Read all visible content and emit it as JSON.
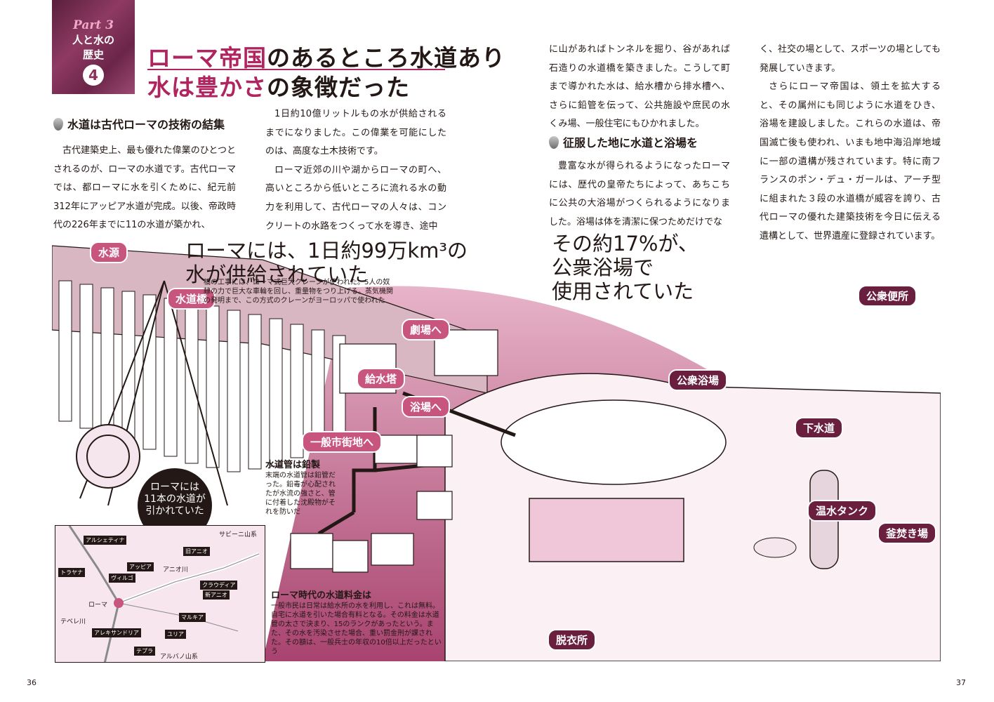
{
  "badge": {
    "part": "Part 3",
    "line1": "人と水の",
    "line2": "歴史",
    "number": "4"
  },
  "title": {
    "line1_hl": "ローマ帝国",
    "line1_rest": "のあるところ水道あり",
    "line2_hl": "水は豊かさ",
    "line2_rest": "の象徴だった"
  },
  "section1": {
    "heading": "水道は古代ローマの技術の結集",
    "col1": [
      "古代建築史上、最も優れた偉業のひとつとされるのが、ローマの水道です。古代ローマでは、都ローマに水を引くために、紀元前312年にアッピア水道が完成。以後、帝政時代の226年までに11の水道が築かれ、"
    ],
    "col2": [
      "1日約10億リットルもの水が供給されるまでになりました。この偉業を可能にしたのは、高度な土木技術です。",
      "ローマ近郊の川や湖からローマの町へ、高いところから低いところに流れる水の動力を利用して、古代ローマの人々は、コンクリートの水路をつくって水を導き、途中"
    ]
  },
  "col3": "に山があればトンネルを掘り、谷があれば石造りの水道橋を築きました。こうして町まで導かれた水は、給水槽から排水槽へ、さらに鉛管を伝って、公共施設や庶民の水くみ場、一般住宅にもひかれました。",
  "section2": {
    "heading": "征服した地に水道と浴場を",
    "col3": "豊富な水が得られるようになったローマには、歴代の皇帝たちによって、あちこちに公共の大浴場がつくられるようになりました。浴場は体を清潔に保つためだけでな"
  },
  "col4": [
    "く、社交の場として、スポーツの場としても発展していきます。",
    "さらにローマ帝国は、領土を拡大すると、その属州にも同じように水道をひき、浴場を建設しました。これらの水道は、帝国滅亡後も使われ、いまも地中海沿岸地域に一部の遺構が残されています。特に南フランスのポン・デュ・ガールは、アーチ型に組まれた３段の水道橋が威容を誇り、古代ローマの優れた建築技術を今日に伝える遺構として、世界遺産に登録されています。"
  ],
  "callout_left": {
    "line1": "ローマには、1日約99万km³の",
    "line2": "水が供給されていた"
  },
  "callout_right": {
    "line1": "その約17%が、",
    "line2": "公衆浴場で",
    "line3": "使用されていた"
  },
  "tags": {
    "suigen": "水源",
    "suidokyo": "水道橋",
    "gekijo": "劇場へ",
    "kyusuito": "給水塔",
    "yokujo": "浴場へ",
    "shigaichi": "一般市街地へ",
    "koshu_yokujo": "公衆浴場",
    "koshu_benjo": "公衆便所",
    "gesuido": "下水道",
    "onsui": "温水タンク",
    "kamataki": "釜焚き場",
    "datsui": "脱衣所"
  },
  "crane_note": "橋の工事には、ローマ式巨大クレーンが使われた。5人の奴隷の力で巨大な車輪を回し、重量物をつり上げる。蒸気機関の発明まで、この方式のクレーンがヨーロッパで使われた",
  "pipe_note": {
    "heading": "水道管は鉛製",
    "body": "末端の水道管は鉛管だった。鉛毒が心配されたが水流の強さと、管に付着した沈殿物がそれを防いだ"
  },
  "fee_note": {
    "heading": "ローマ時代の水道料金は",
    "body": "一般市民は日常は給水所の水を利用し、これは無料。自宅に水道を引いた場合有料となる。その料金は水道管の太さで決まり、15のランクがあったという。また、その水を汚染させた場合、重い罰金刑が課された。その額は、一般兵士の年収の10倍以上だったという"
  },
  "circle_note": {
    "line1": "ローマには",
    "line2": "11本の水道が",
    "line3": "引かれていた"
  },
  "map_labels": {
    "sabini": "サビーニ山系",
    "arsietina": "アルシェティナ",
    "traiana": "トラヤナ",
    "appia": "アッピア",
    "virgo": "ヴィルゴ",
    "anio_vetus": "旧アニオ",
    "anio_river": "アニオ川",
    "claudia": "クラウディア",
    "anio_novus": "新アニオ",
    "roma": "ローマ",
    "tevere": "テベレ川",
    "marcia": "マルキア",
    "alexandrina": "アレキサンドリア",
    "julia": "ユリア",
    "tepula": "テプラ",
    "alban": "アルバノ山系"
  },
  "page_left": "36",
  "page_right": "37",
  "colors": {
    "accent": "#b0245f",
    "pink": "#c8557e",
    "dark": "#6a1f3f"
  }
}
